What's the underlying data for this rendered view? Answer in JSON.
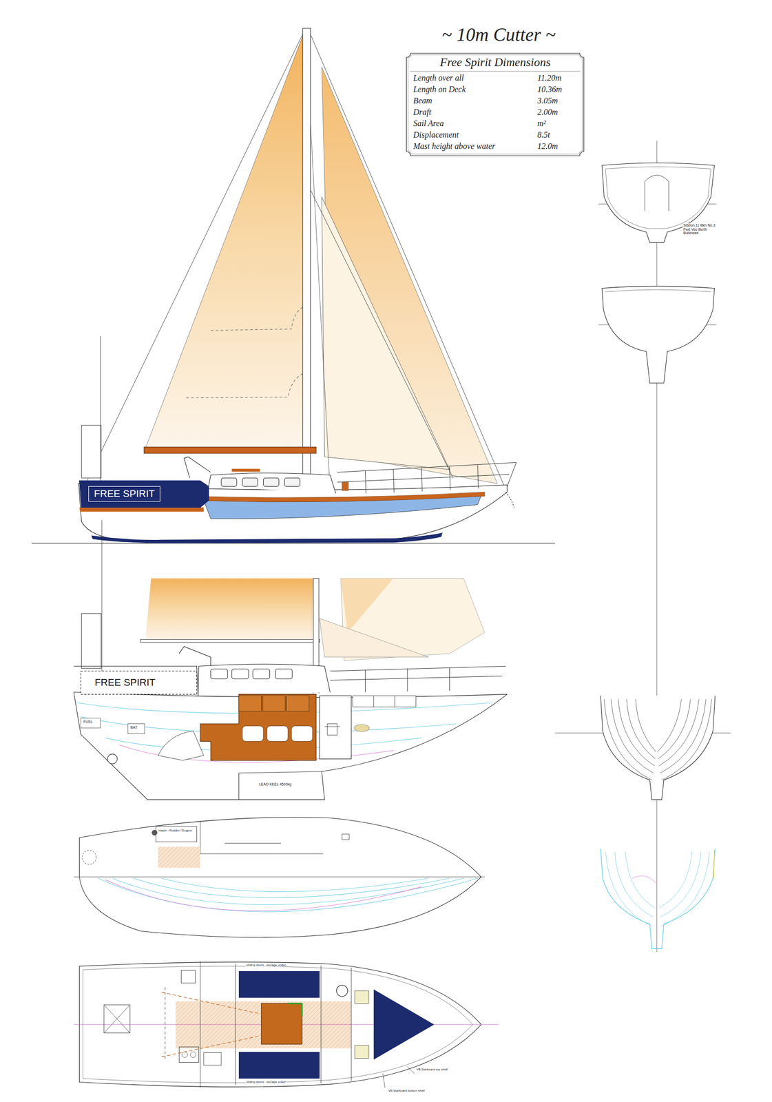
{
  "diagram": {
    "title": "~ 10m Cutter ~",
    "nodes": [
      {
        "text": [
          "Free Spirit Dimensions",
          "Length over all",
          "11.20m",
          "Length on Deck",
          "10.36m",
          "Beam",
          "3.05m",
          "Draft",
          "2.00m",
          "Sail Area",
          "m²",
          "Displacement",
          "8.5t",
          "Mast height above water",
          "12.0m"
        ]
      },
      {
        "text": [
          "FREE SPIRIT"
        ]
      },
      {
        "text": [
          "FREE SPIRIT"
        ]
      }
    ],
    "labels": [
      "Station 11 Bkh No.3 Fwd Vee Berth Bulkhead",
      "LEAD KEEL 4500kg",
      "FUEL",
      "BAT",
      "sliding doors - storage under",
      "sliding doors - storage under",
      "VB Starboard top shelf",
      "VB Starboard bottom shelf",
      "Hatch - Rudder / Engine"
    ]
  }
}
